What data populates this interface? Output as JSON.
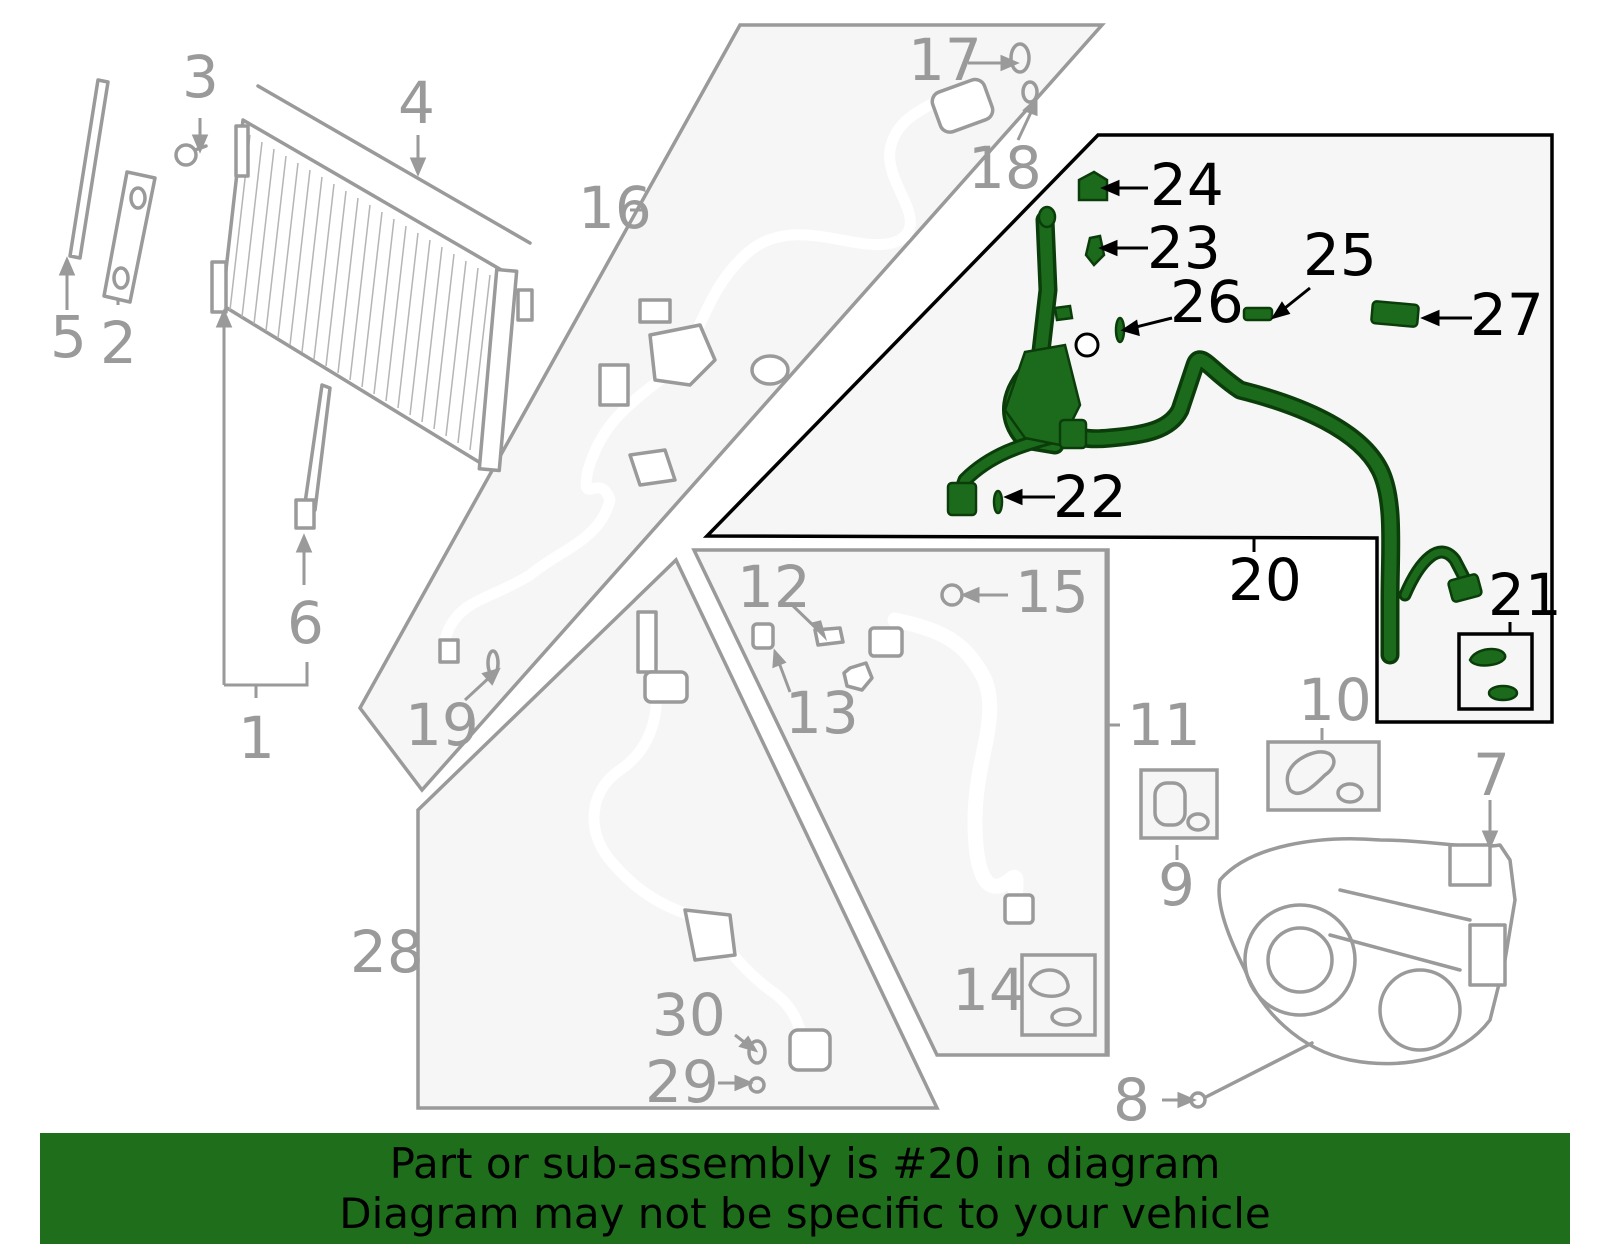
{
  "callouts": {
    "c1": "1",
    "c2": "2",
    "c3": "3",
    "c4": "4",
    "c5": "5",
    "c6": "6",
    "c7": "7",
    "c8": "8",
    "c9": "9",
    "c10": "10",
    "c11": "11",
    "c12": "12",
    "c13": "13",
    "c14": "14",
    "c15": "15",
    "c16": "16",
    "c17": "17",
    "c18": "18",
    "c19": "19",
    "c20": "20",
    "c21": "21",
    "c22": "22",
    "c23": "23",
    "c24": "24",
    "c25": "25",
    "c26": "26",
    "c27": "27",
    "c28": "28",
    "c29": "29",
    "c30": "30"
  },
  "highlighted_part": "20",
  "banner": {
    "line1": "Part or sub-assembly is #20 in diagram",
    "line2": "Diagram may not be specific to your vehicle"
  },
  "colors": {
    "highlight": "#1c6b1c",
    "banner": "#1e6e1b",
    "line_art": "#9a9a9a"
  }
}
